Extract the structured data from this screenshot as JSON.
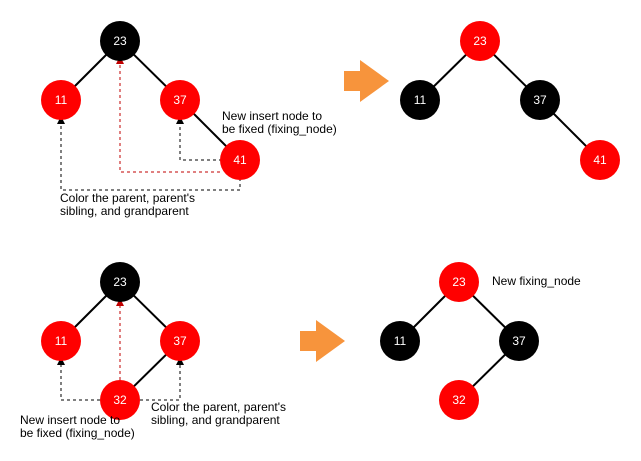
{
  "colors": {
    "red": "#ff0000",
    "black": "#000000",
    "arrow": "#f7943c",
    "dashed_red": "#c00000",
    "dashed_black": "#000000"
  },
  "top_before": {
    "nodes": {
      "root": "23",
      "left": "11",
      "right": "37",
      "new": "41"
    },
    "note_insert": [
      "New insert node to",
      "be fixed (fixing_node)"
    ],
    "note_color": [
      "Color the parent, parent's",
      "sibling, and grandparent"
    ]
  },
  "top_after": {
    "nodes": {
      "root": "23",
      "left": "11",
      "right": "37",
      "new": "41"
    }
  },
  "bottom_before": {
    "nodes": {
      "root": "23",
      "left": "11",
      "right": "37",
      "new": "32"
    },
    "note_insert": [
      "New insert node to",
      "be fixed (fixing_node)"
    ],
    "note_color": [
      "Color the parent, parent's",
      "sibling, and grandparent"
    ]
  },
  "bottom_after": {
    "nodes": {
      "root": "23",
      "left": "11",
      "right": "37",
      "new": "32"
    },
    "note_fixing": "New fixing_node"
  },
  "icons": [
    "transform-arrow-icon",
    "transform-arrow-icon"
  ]
}
